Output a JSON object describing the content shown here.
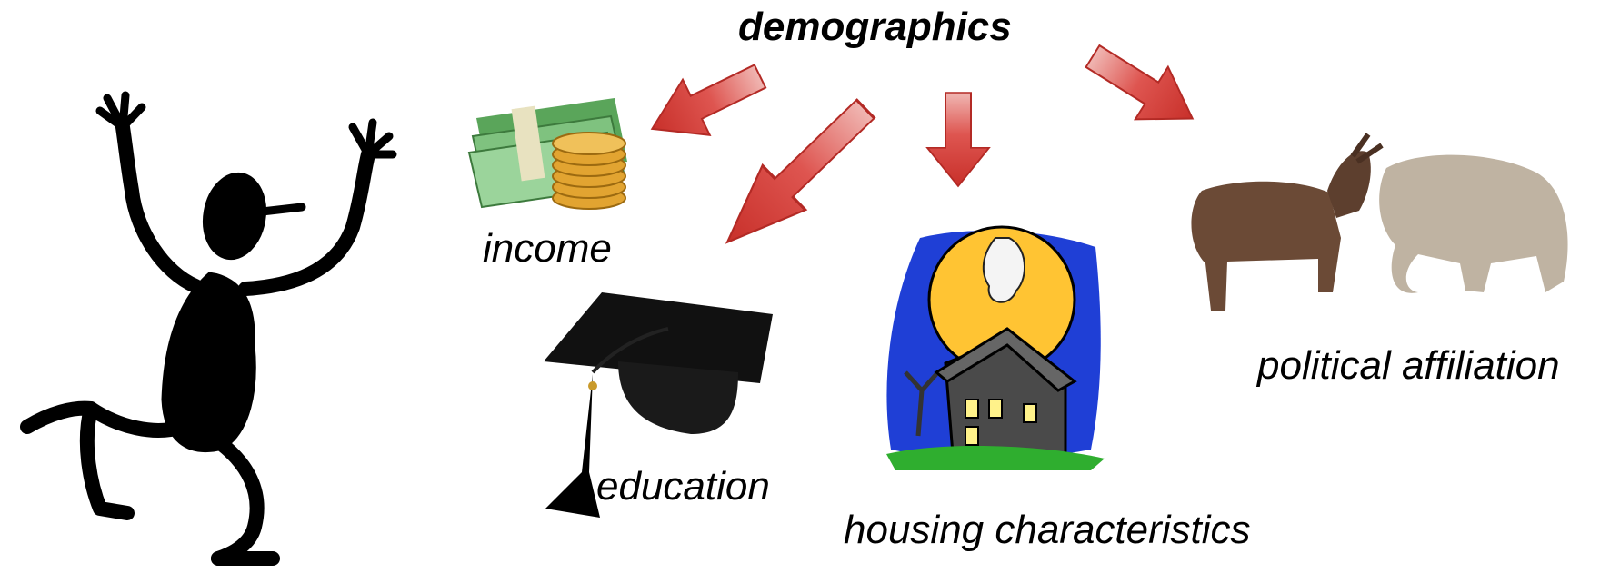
{
  "title": "demographics",
  "nodes": {
    "income": "income",
    "education": "education",
    "housing": "housing characteristics",
    "political": "political affiliation"
  },
  "colors": {
    "arrow_fill": "#d9453f",
    "arrow_stroke": "#b32a25",
    "figure": "#000000",
    "moon": "#ffc433",
    "sky": "#1f3fd6",
    "grass": "#2fae2f",
    "house": "#555555",
    "money": "#7fc27f",
    "coin": "#e2a431",
    "donkey": "#6b4a36",
    "elephant": "#bfb3a2"
  },
  "icons": [
    "stick-figure-icon",
    "money-coins-icon",
    "graduation-cap-icon",
    "haunted-house-icon",
    "donkey-elephant-icon"
  ]
}
